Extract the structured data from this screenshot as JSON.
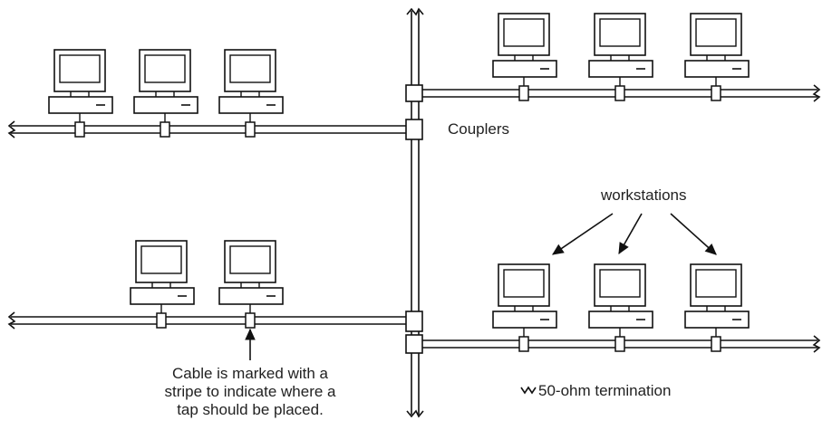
{
  "labels": {
    "couplers": "Couplers",
    "workstations": "workstations",
    "termination": "50-ohm termination",
    "cable_note": [
      "Cable is marked with a",
      "stripe to indicate where a",
      "tap should be placed."
    ]
  },
  "colors": {
    "line": "#111111",
    "background": "#ffffff",
    "text": "#222222"
  },
  "icons": {
    "workstation": "computer-terminal-icon",
    "termination": "zigzag-termination-icon",
    "tap": "cable-tap-icon",
    "coupler": "coupler-icon"
  }
}
